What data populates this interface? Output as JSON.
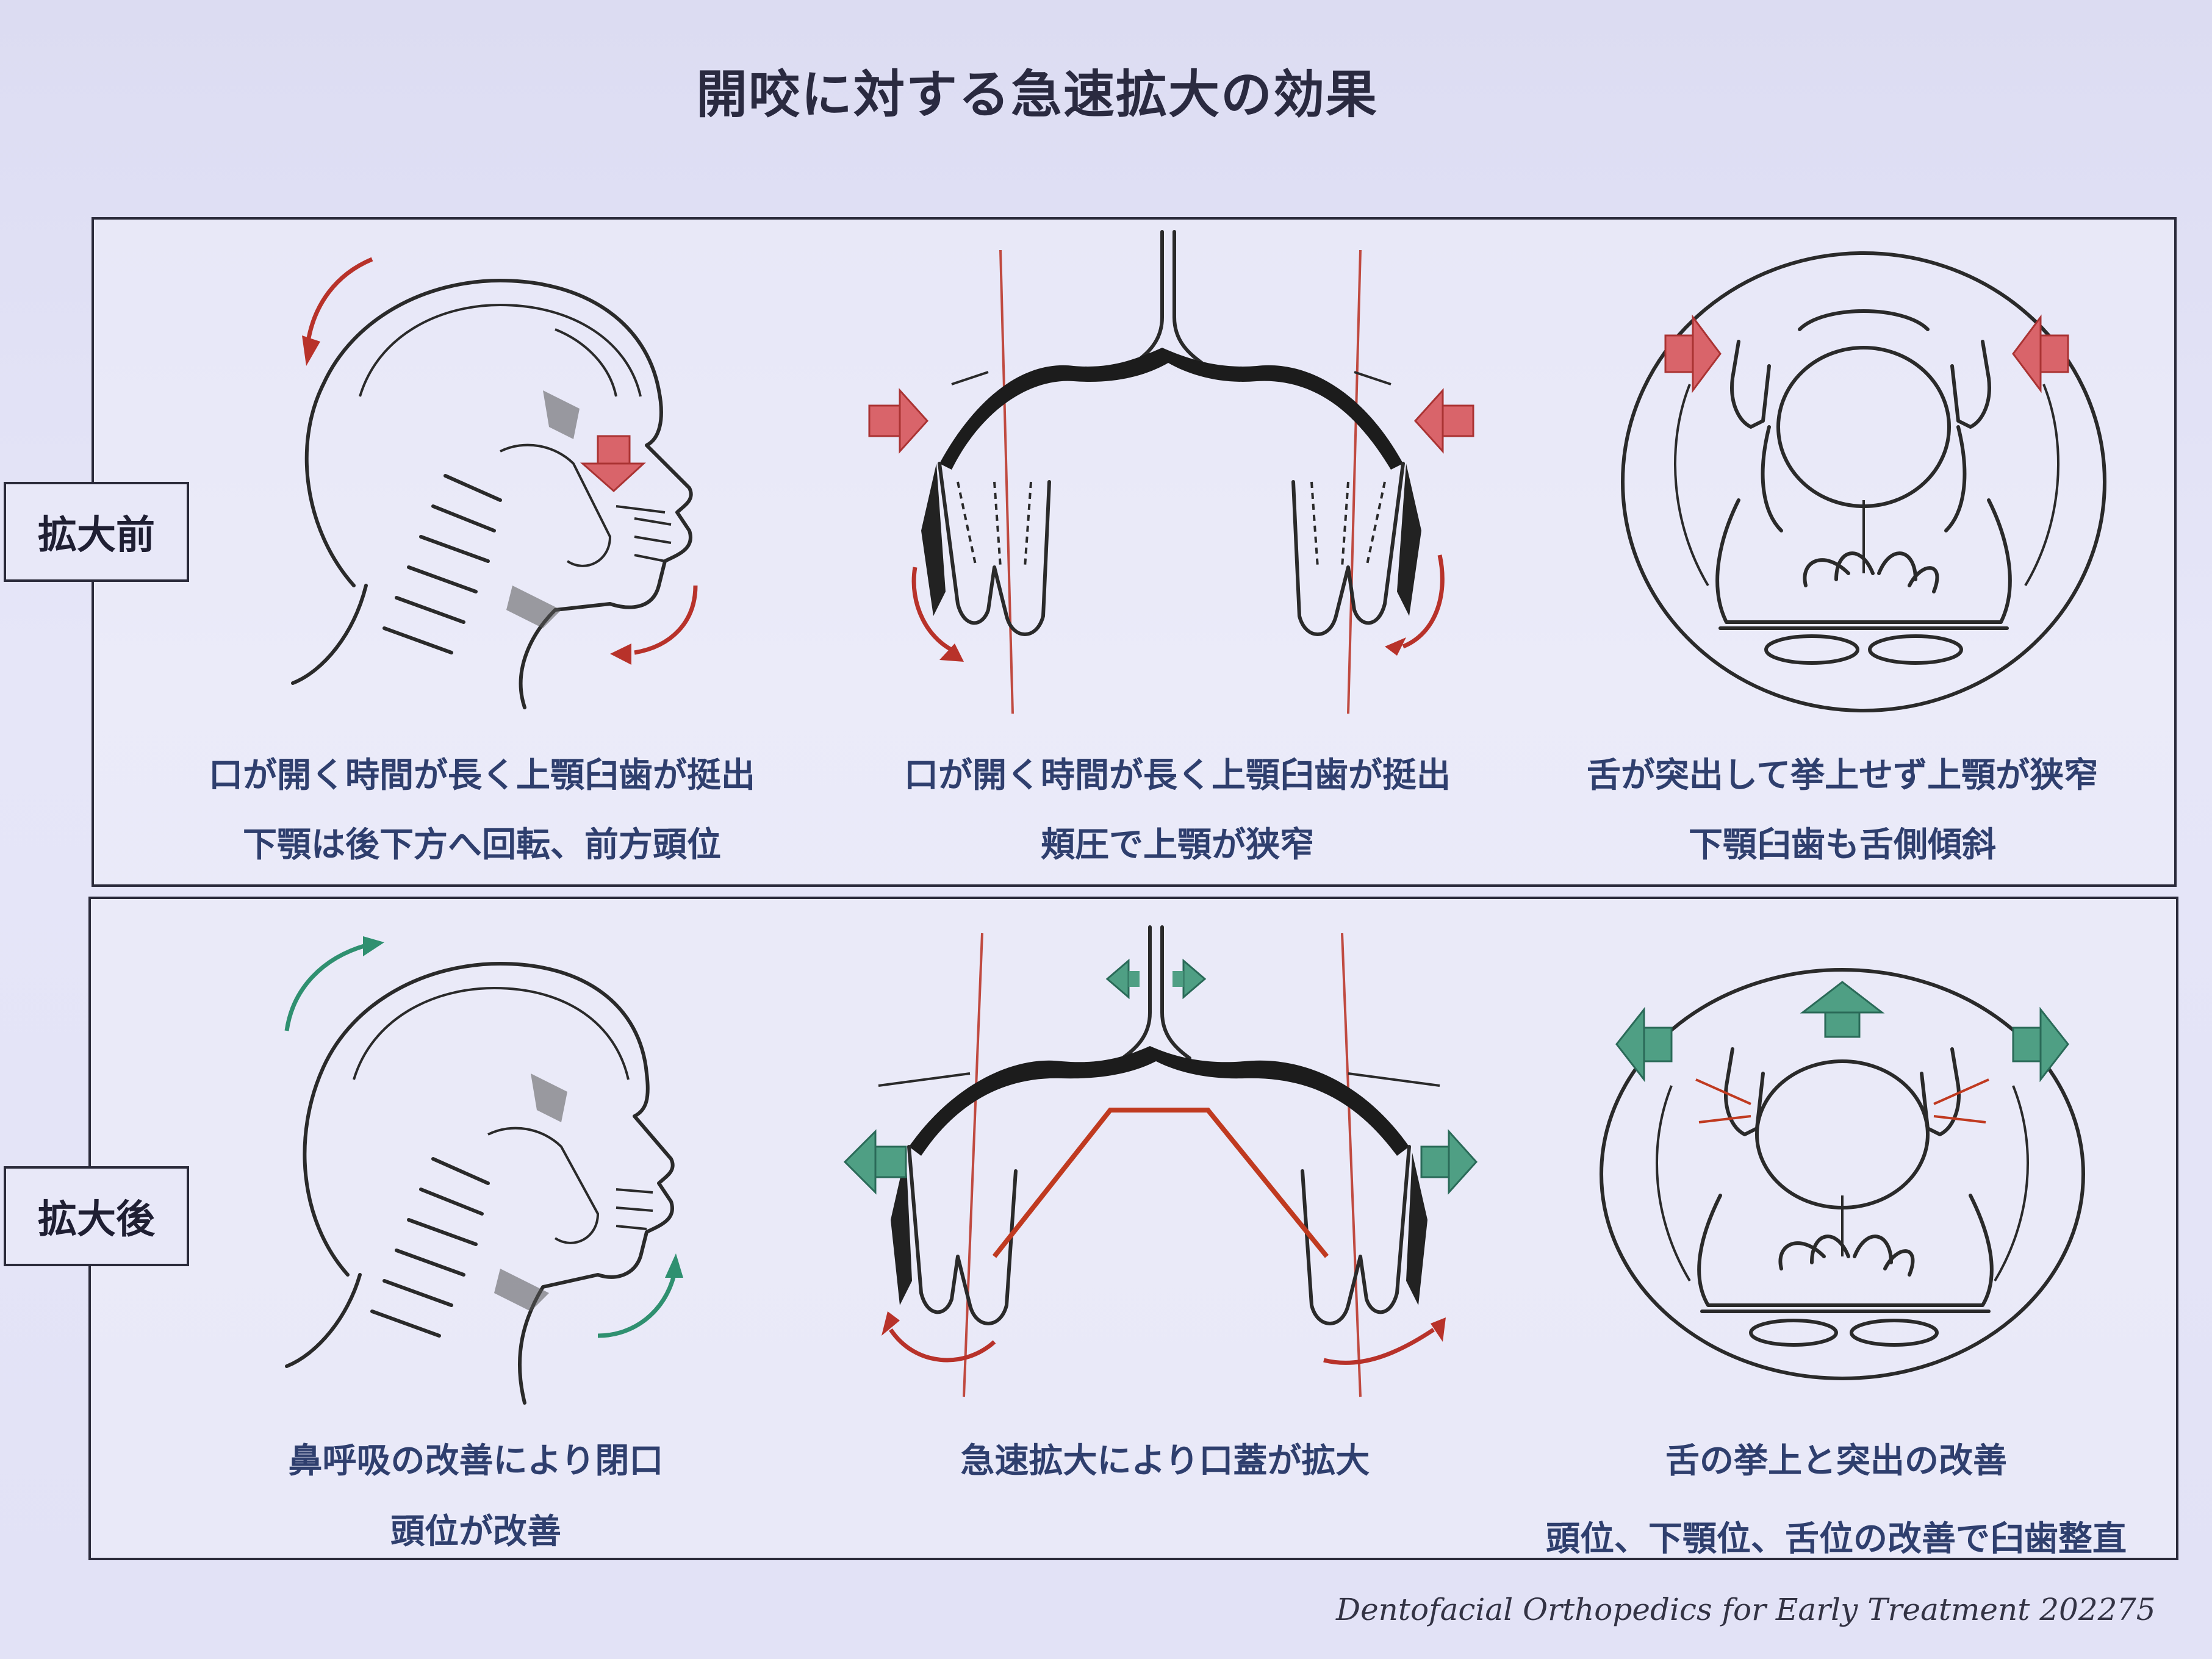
{
  "title": "開咬に対する急速拡大の効果",
  "sections": {
    "before": {
      "label": "拡大前",
      "captions": [
        {
          "line1": "口が開く時間が長く上顎臼歯が挺出",
          "line2": "下顎は後下方へ回転、前方頭位"
        },
        {
          "line1": "口が開く時間が長く上顎臼歯が挺出",
          "line2": "頬圧で上顎が狭窄"
        },
        {
          "line1": "舌が突出して挙上せず上顎が狭窄",
          "line2": "下顎臼歯も舌側傾斜"
        }
      ]
    },
    "after": {
      "label": "拡大後",
      "captions": [
        {
          "line1": "鼻呼吸の改善により閉口",
          "line2": "頭位が改善"
        },
        {
          "line1": "急速拡大により口蓋が拡大",
          "line2": ""
        },
        {
          "line1": "舌の挙上と突出の改善",
          "line2": "頭位、下顎位、舌位の改善で臼歯整直"
        }
      ]
    }
  },
  "colors": {
    "arrow_red": "#d9646a",
    "arrow_green": "#4f9f84",
    "curve_red": "#b8322a",
    "curve_green": "#2f9070",
    "caption_text": "#2f3f6e"
  },
  "footer": {
    "text": "Dentofacial Orthopedics for Early Treatment 2022",
    "page": "75"
  }
}
